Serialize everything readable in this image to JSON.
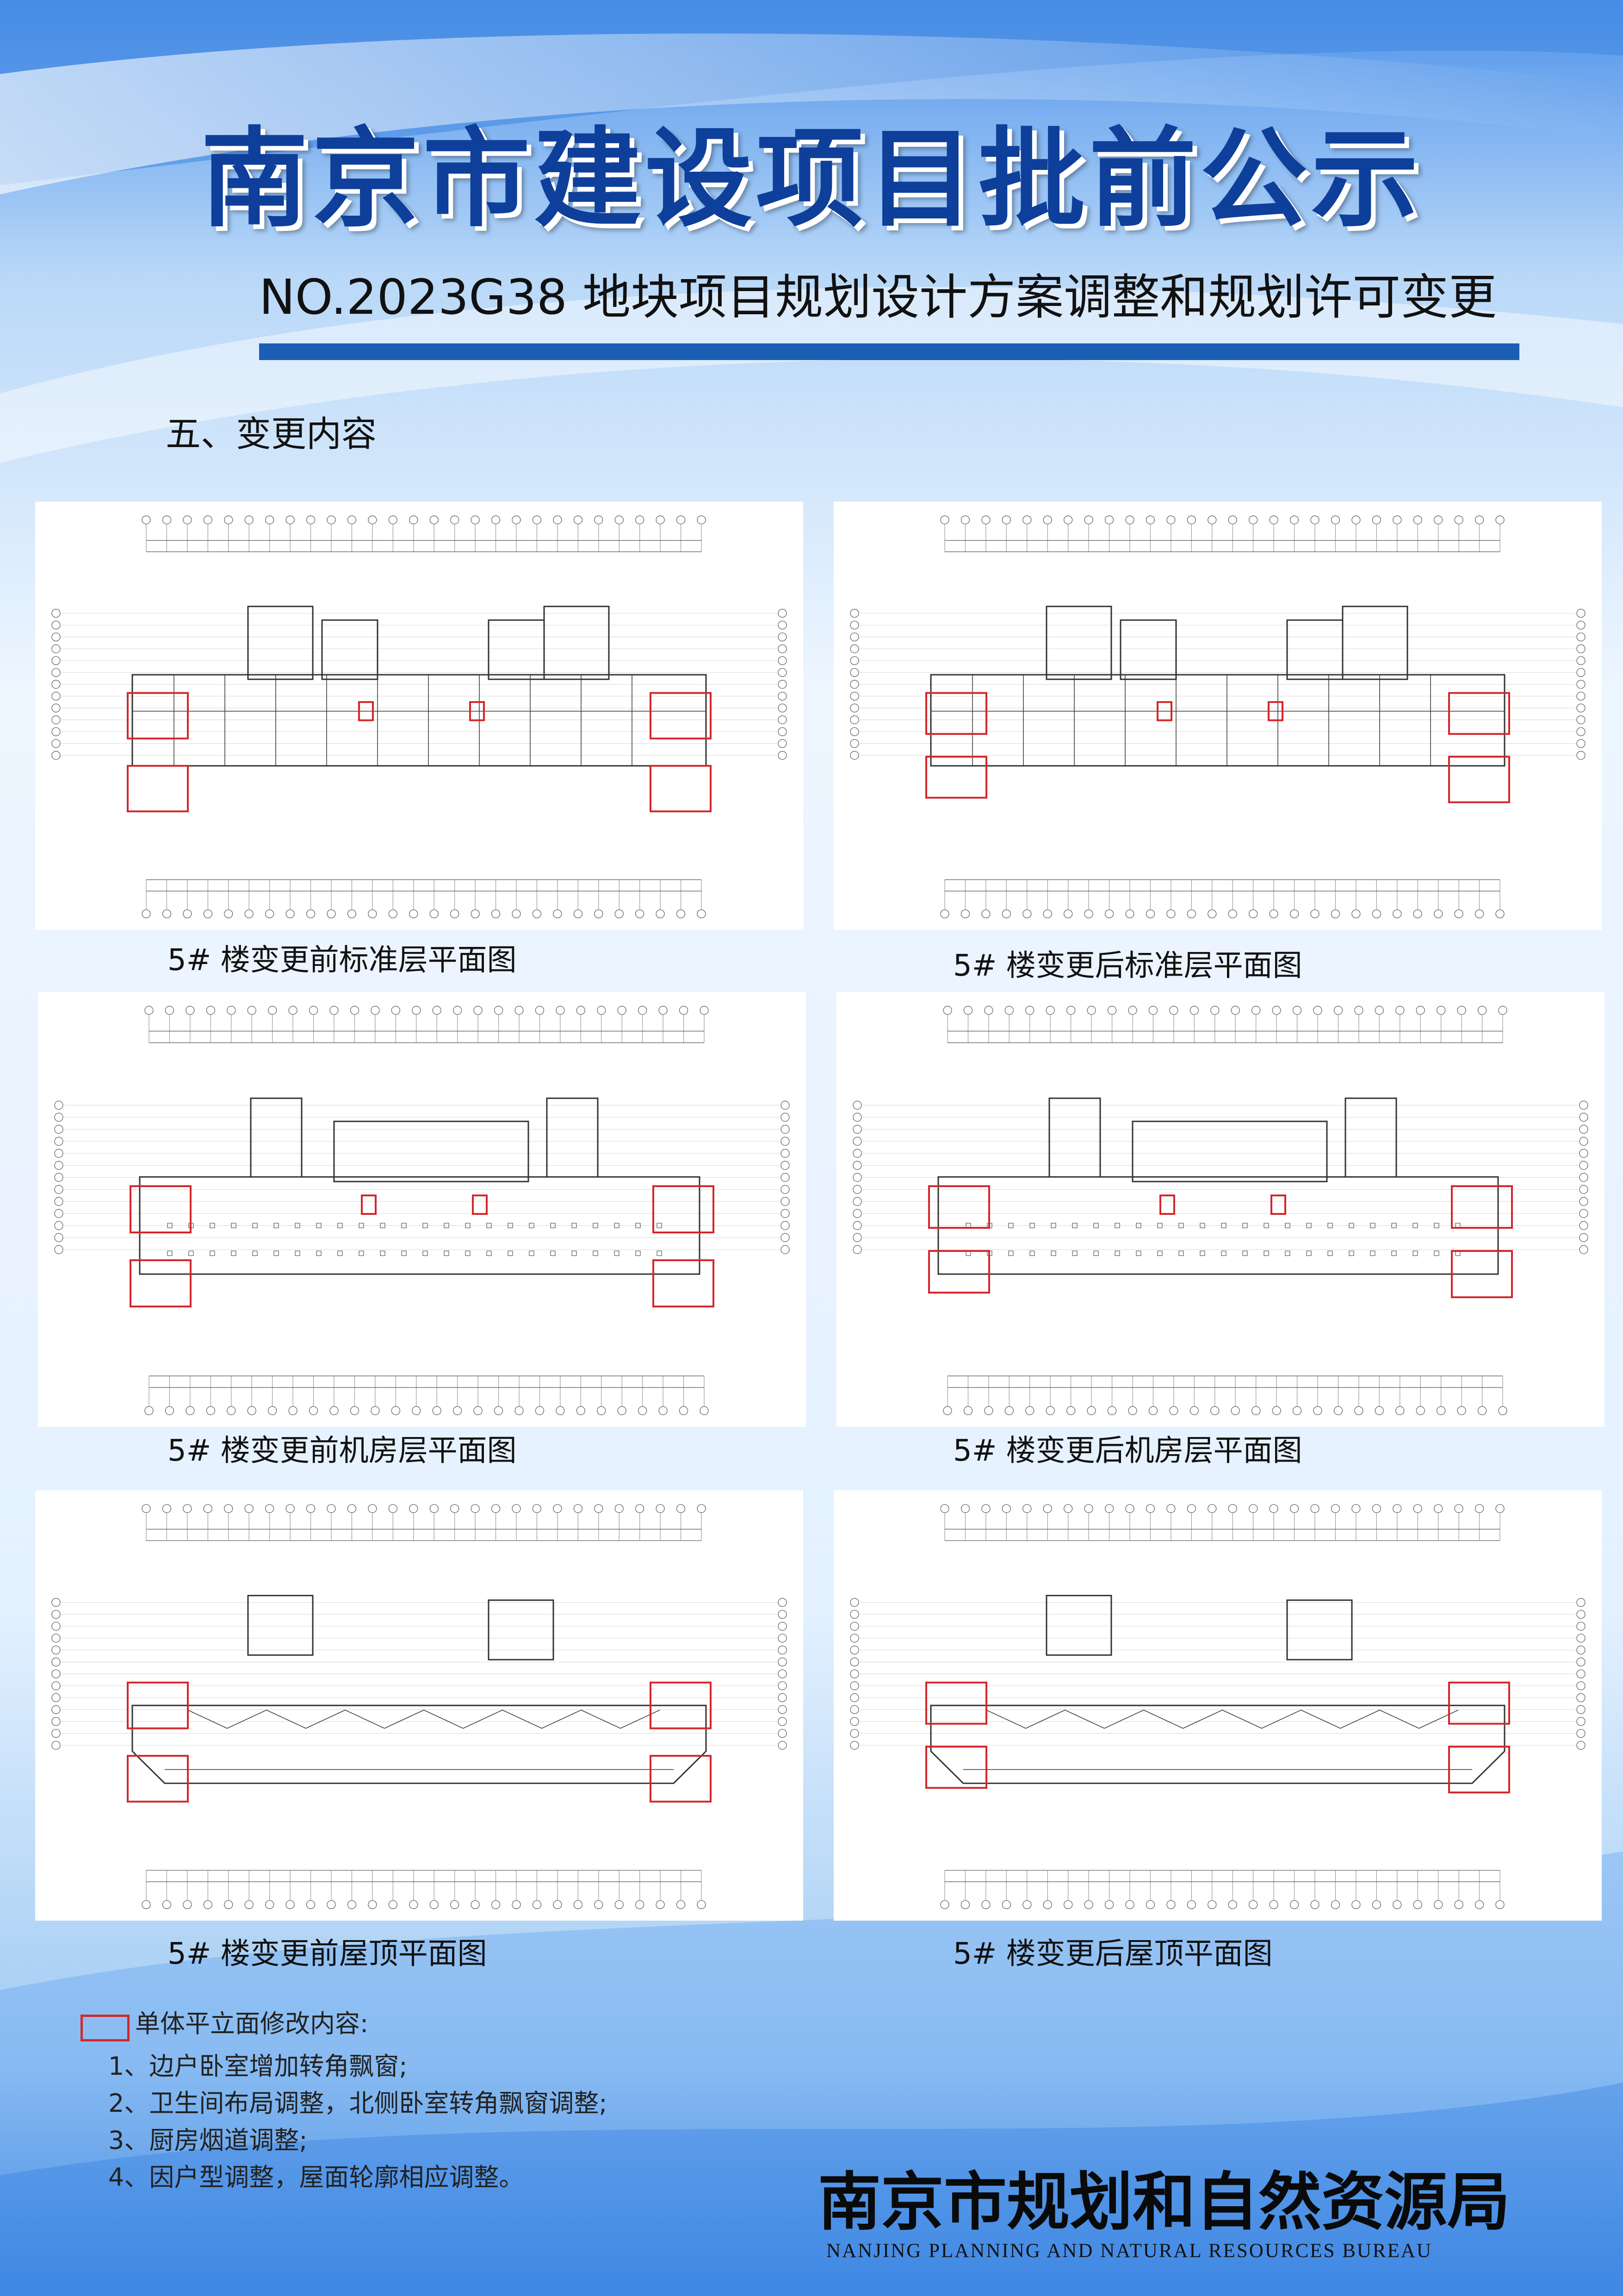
{
  "header": {
    "title": "南京市建设项目批前公示",
    "subtitle": "NO.2023G38 地块项目规划设计方案调整和规划许可变更"
  },
  "section": {
    "heading": "五、变更内容"
  },
  "plans": [
    {
      "caption": "5# 楼变更前标准层平面图",
      "kind": "standard"
    },
    {
      "caption": "5# 楼变更后标准层平面图",
      "kind": "standard"
    },
    {
      "caption": "5# 楼变更前机房层平面图",
      "kind": "machine"
    },
    {
      "caption": "5# 楼变更后机房层平面图",
      "kind": "machine"
    },
    {
      "caption": "5# 楼变更前屋顶平面图",
      "kind": "roof"
    },
    {
      "caption": "5# 楼变更后屋顶平面图",
      "kind": "roof"
    }
  ],
  "legend": {
    "title": "单体平立面修改内容:",
    "items": [
      "1、边户卧室增加转角飘窗;",
      "2、卫生间布局调整，北侧卧室转角飘窗调整;",
      "3、厨房烟道调整;",
      "4、因户型调整，屋面轮廓相应调整。"
    ]
  },
  "footer": {
    "bureau_cn": "南京市规划和自然资源局",
    "bureau_en": "NANJING PLANNING AND NATURAL RESOURCES BUREAU"
  },
  "colors": {
    "title_blue": "#0e3f9a",
    "bar_blue": "#1a5fb4",
    "markup_red": "#d4262b"
  }
}
